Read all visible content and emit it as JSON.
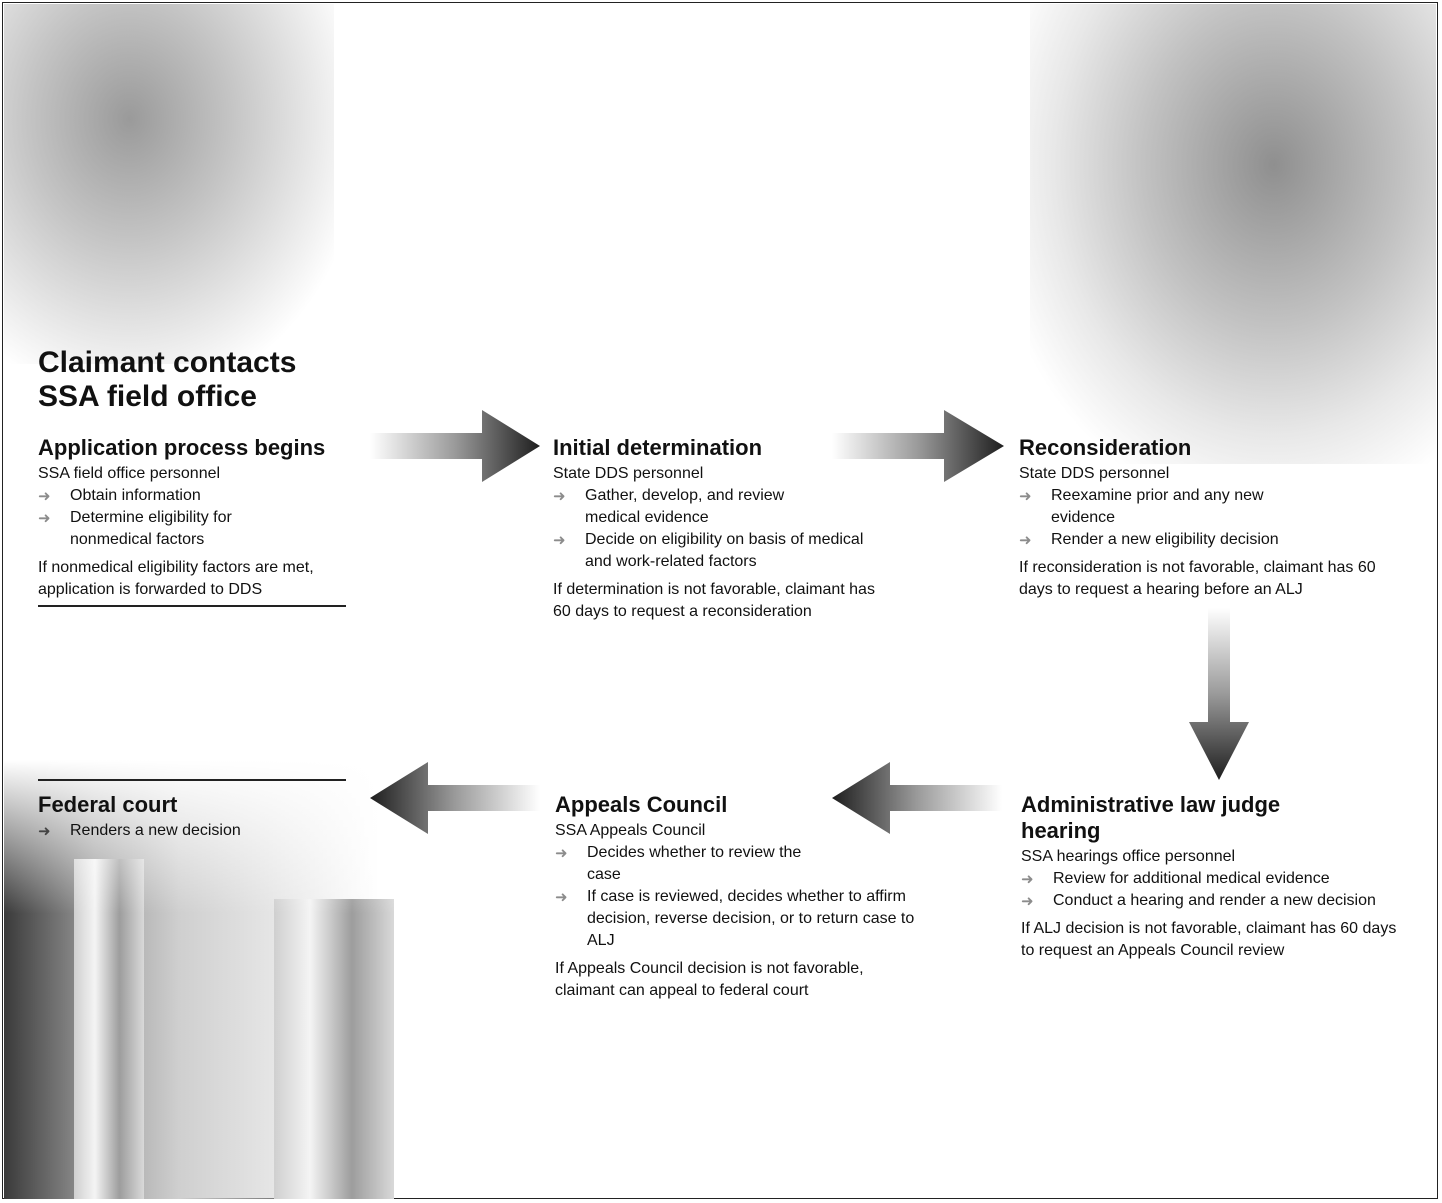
{
  "icons": {
    "step_bullet": "right-arrow-icon",
    "flow_arrow": "gradient-arrow-icon"
  },
  "photos": [
    "claimant-on-phone-photo",
    "doctors-reviewing-chart-photo",
    "courthouse-columns-photo"
  ],
  "header": {
    "line1": "Claimant contacts",
    "line2": "SSA field office"
  },
  "stages": [
    {
      "title": "Application process begins",
      "personnel": "SSA field office personnel",
      "steps": [
        "Obtain information",
        "Determine eligibility for nonmedical factors"
      ],
      "note": "If nonmedical eligibility factors are met, application is forwarded to DDS"
    },
    {
      "title": "Initial determination",
      "personnel": "State DDS personnel",
      "steps": [
        "Gather, develop, and review medical evidence",
        "Decide on eligibility on basis of medical and work-related factors"
      ],
      "note": "If determination is not favorable, claimant has 60 days to request a reconsideration"
    },
    {
      "title": "Reconsideration",
      "personnel": "State DDS personnel",
      "steps": [
        "Reexamine prior and any new evidence",
        "Render a new eligibility decision"
      ],
      "note": "If reconsideration is not favorable, claimant has 60 days to request a hearing before an ALJ"
    },
    {
      "title": "Administrative law judge hearing",
      "personnel": "SSA hearings office personnel",
      "steps": [
        "Review for additional medical evidence",
        "Conduct a hearing and render a new decision"
      ],
      "note": "If ALJ decision is not favorable, claimant has 60 days to request an Appeals Council review"
    },
    {
      "title": "Appeals Council",
      "personnel": "SSA Appeals Council",
      "steps": [
        "Decides whether to review the case",
        "If case is reviewed, decides whether to affirm decision, reverse decision, or to return case to ALJ"
      ],
      "note": "If Appeals Council decision is not favorable, claimant can appeal to federal court"
    },
    {
      "title": "Federal court",
      "steps": [
        "Renders a new decision"
      ]
    }
  ]
}
